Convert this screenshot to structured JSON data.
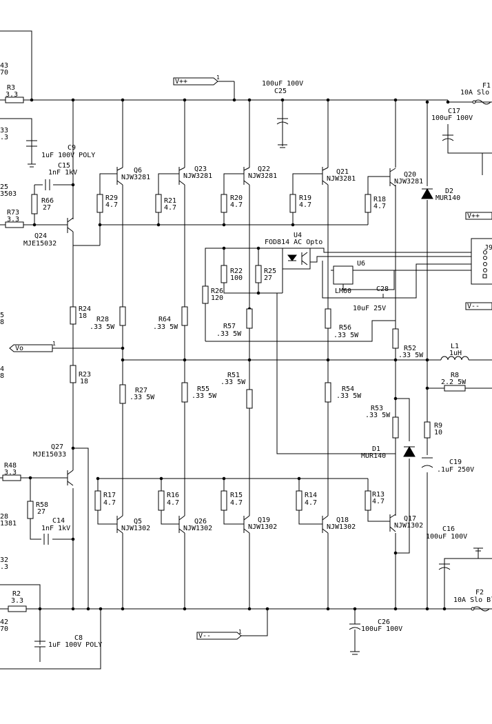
{
  "nets": {
    "vpp_top": "V++",
    "vmm_bottom": "V--",
    "vo": "Vo",
    "vpp_right": "V++",
    "vmm_right": "V--",
    "pin1": "1"
  },
  "fuses": [
    {
      "ref": "F1",
      "value": "10A Slo"
    },
    {
      "ref": "F2",
      "value": "10A Slo Bl"
    }
  ],
  "capacitors": [
    {
      "ref": "C25",
      "value": "100uF 100V"
    },
    {
      "ref": "C17",
      "value": "100uF 100V"
    },
    {
      "ref": "C9",
      "value": "1uF 100V POLY"
    },
    {
      "ref": "C15",
      "value": "1nF 1kV"
    },
    {
      "ref": "C14",
      "value": "1nF 1kV"
    },
    {
      "ref": "C28",
      "value": "10uF 25V"
    },
    {
      "ref": "C19",
      "value": ".1uF 250V"
    },
    {
      "ref": "C16",
      "value": "100uF 100V"
    },
    {
      "ref": "C26",
      "value": "100uF 100V"
    },
    {
      "ref": "C8",
      "value": "1uF 100V POLY"
    }
  ],
  "top_transistors": [
    {
      "ref": "Q6",
      "part": "NJW3281"
    },
    {
      "ref": "Q23",
      "part": "NJW3281"
    },
    {
      "ref": "Q22",
      "part": "NJW3281"
    },
    {
      "ref": "Q21",
      "part": "NJW3281"
    },
    {
      "ref": "Q20",
      "part": "NJW3281"
    }
  ],
  "bottom_transistors": [
    {
      "ref": "Q5",
      "part": "NJW1302"
    },
    {
      "ref": "Q26",
      "part": "NJW1302"
    },
    {
      "ref": "Q19",
      "part": "NJW1302"
    },
    {
      "ref": "Q18",
      "part": "NJW1302"
    },
    {
      "ref": "Q17",
      "part": "NJW1302"
    }
  ],
  "drivers": [
    {
      "ref": "Q24",
      "part": "MJE15032"
    },
    {
      "ref": "Q27",
      "part": "MJE15033"
    }
  ],
  "top_base_resistors": [
    {
      "ref": "R29",
      "value": "4.7"
    },
    {
      "ref": "R21",
      "value": "4.7"
    },
    {
      "ref": "R20",
      "value": "4.7"
    },
    {
      "ref": "R19",
      "value": "4.7"
    },
    {
      "ref": "R18",
      "value": "4.7"
    }
  ],
  "bottom_base_resistors": [
    {
      "ref": "R17",
      "value": "4.7"
    },
    {
      "ref": "R16",
      "value": "4.7"
    },
    {
      "ref": "R15",
      "value": "4.7"
    },
    {
      "ref": "R14",
      "value": "4.7"
    },
    {
      "ref": "R13",
      "value": "4.7"
    }
  ],
  "emitter_resistors": [
    {
      "ref": "R28",
      "value": ".33 5W"
    },
    {
      "ref": "R64",
      "value": ".33 5W"
    },
    {
      "ref": "R57",
      "value": ".33 5W"
    },
    {
      "ref": "R56",
      "value": ".33 5W"
    },
    {
      "ref": "R52",
      "value": ".33 5W"
    },
    {
      "ref": "R27",
      "value": ".33 5W"
    },
    {
      "ref": "R55",
      "value": ".33 5W"
    },
    {
      "ref": "R51",
      "value": ".33 5W"
    },
    {
      "ref": "R54",
      "value": ".33 5W"
    },
    {
      "ref": "R53",
      "value": ".33 5W"
    }
  ],
  "misc_resistors": [
    {
      "ref": "R3",
      "value": "3.3"
    },
    {
      "ref": "R66",
      "value": "27"
    },
    {
      "ref": "R73",
      "value": "3.3"
    },
    {
      "ref": "R24",
      "value": "18"
    },
    {
      "ref": "R23",
      "value": "18"
    },
    {
      "ref": "R48",
      "value": "3.3"
    },
    {
      "ref": "R58",
      "value": "27"
    },
    {
      "ref": "R2",
      "value": "3.3"
    },
    {
      "ref": "R22",
      "value": "100"
    },
    {
      "ref": "R25",
      "value": "27"
    },
    {
      "ref": "R26",
      "value": "120"
    },
    {
      "ref": "R8",
      "value": "2.2 5W"
    },
    {
      "ref": "R9",
      "value": "10"
    }
  ],
  "diodes": [
    {
      "ref": "D2",
      "part": "MUR140"
    },
    {
      "ref": "D1",
      "part": "MUR140"
    }
  ],
  "inductor": {
    "ref": "L1",
    "value": "1uH"
  },
  "opto": {
    "ref": "U4",
    "part": "FOD814 AC Opto"
  },
  "sensor": {
    "ref": "U6",
    "part": "LM60"
  },
  "connector": {
    "ref": "J9"
  },
  "edge_fragments": [
    "43",
    "70",
    "33",
    ".3",
    "25",
    "3503",
    "5",
    "8",
    "4",
    "8",
    "28",
    "1381",
    "32",
    ".3",
    "42",
    "70"
  ]
}
